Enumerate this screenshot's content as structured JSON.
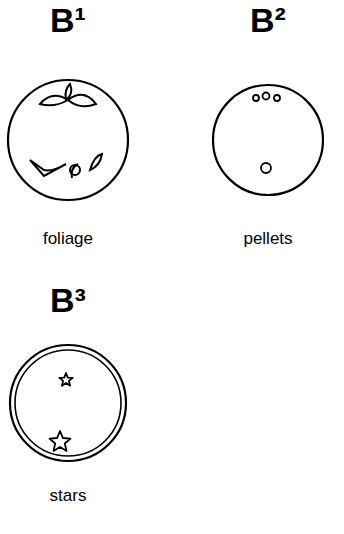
{
  "diagram": {
    "nodes": [
      {
        "text": [
          "B¹",
          "foliage"
        ]
      },
      {
        "text": [
          "B²",
          "pellets"
        ]
      },
      {
        "text": [
          "B³",
          "stars"
        ]
      }
    ]
  }
}
